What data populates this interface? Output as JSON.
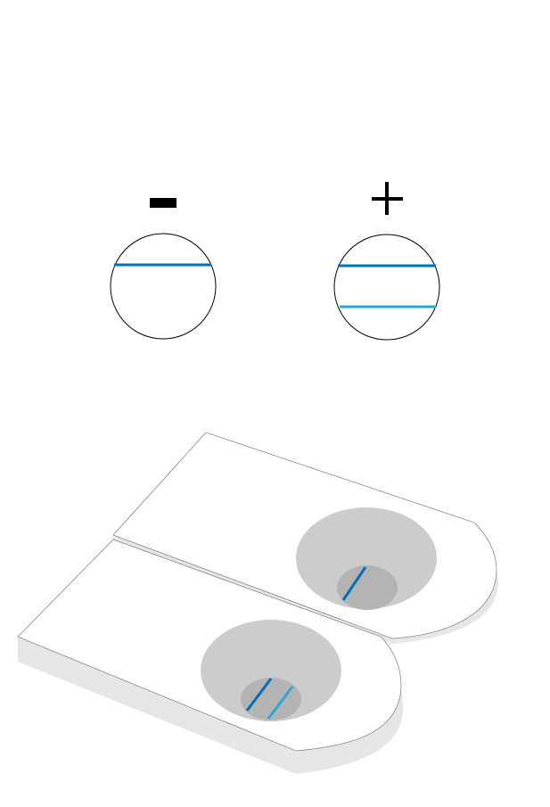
{
  "negative": {
    "label": "–",
    "lines": [
      "control"
    ]
  },
  "positive": {
    "label": "+",
    "lines": [
      "control",
      "test"
    ]
  },
  "colors": {
    "control_line": "#0070b8",
    "test_line": "#2aa6dc",
    "device_body": "#ffffff",
    "device_shadow": "#e6e6e6",
    "window_outer": "#cccccc",
    "window_inner": "#b3b3b3"
  }
}
